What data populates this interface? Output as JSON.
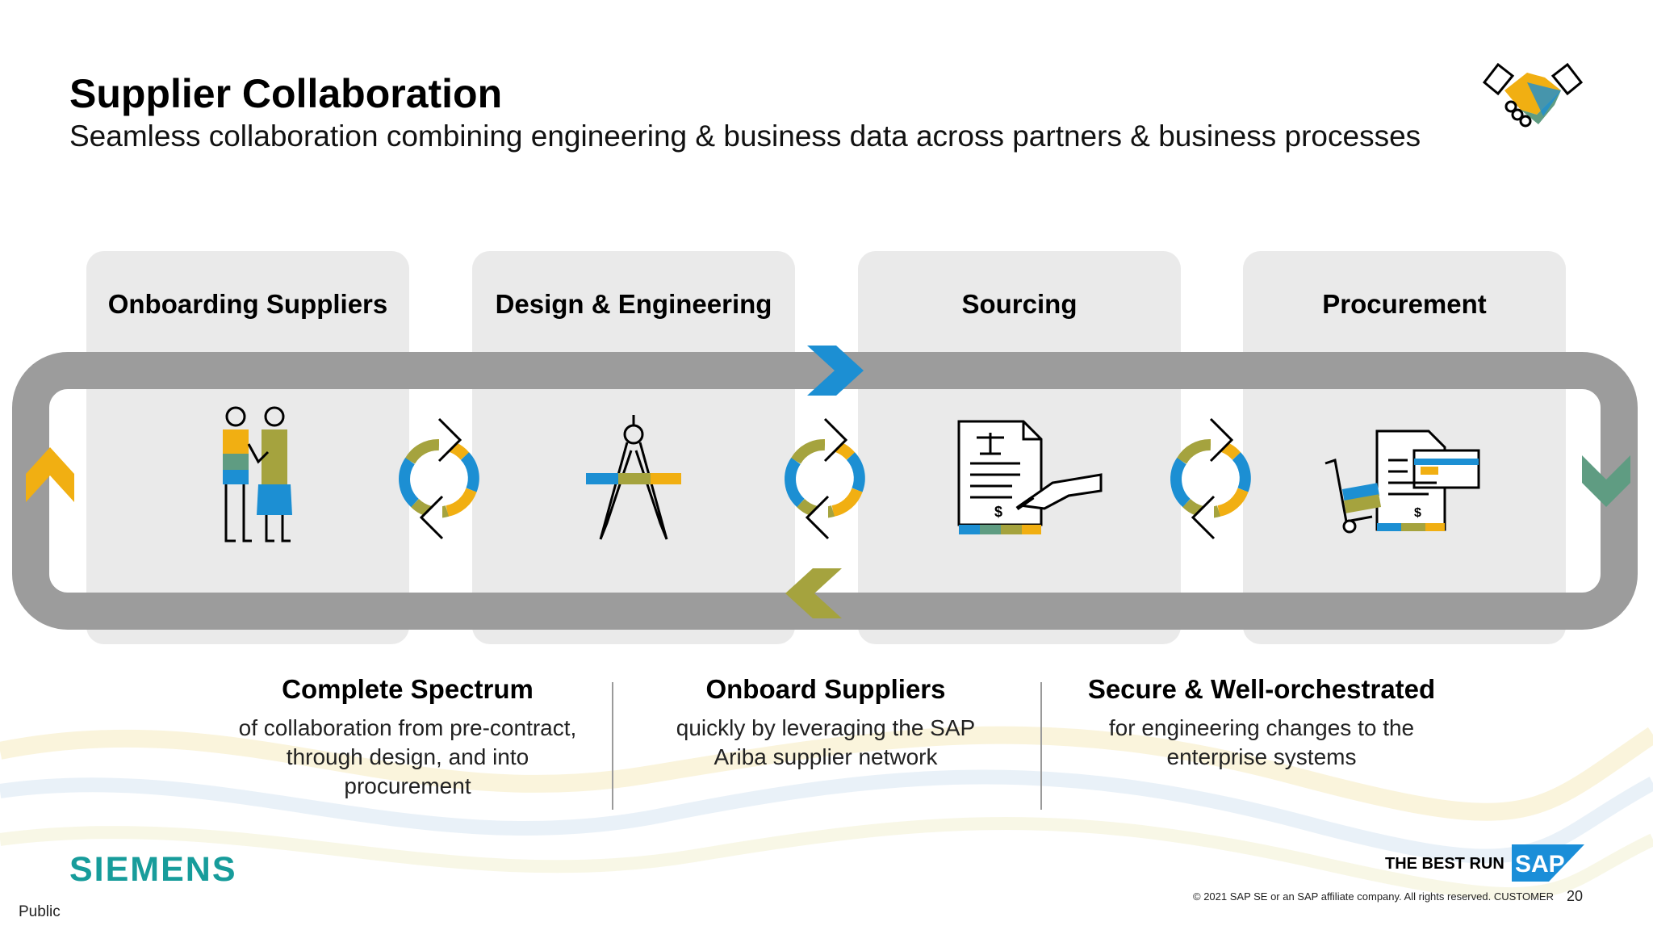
{
  "header": {
    "title": "Supplier Collaboration",
    "subtitle": "Seamless collaboration combining engineering & business data across partners & business processes"
  },
  "process": {
    "steps": [
      {
        "title": "Onboarding Suppliers",
        "icon": "handshake-people-icon"
      },
      {
        "title": "Design & Engineering",
        "icon": "drafting-compass-icon"
      },
      {
        "title": "Sourcing",
        "icon": "contract-signing-icon"
      },
      {
        "title": "Procurement",
        "icon": "invoice-cart-icon"
      }
    ],
    "connector_icon": "refresh-cycle-icon",
    "colors": {
      "panel": "#eaeaea",
      "loop": "#9c9c9c",
      "arrow_blue": "#1c8fd3",
      "arrow_olive": "#a5a33e",
      "arrow_yellow": "#f1af12",
      "arrow_teal": "#5f9c82"
    }
  },
  "features": [
    {
      "heading": "Complete Spectrum",
      "text": "of collaboration from pre-contract, through design, and into procurement"
    },
    {
      "heading": "Onboard Suppliers",
      "text": "quickly by leveraging the SAP Ariba supplier network"
    },
    {
      "heading": "Secure & Well-orchestrated",
      "text": "for engineering changes to the enterprise systems"
    }
  ],
  "footer": {
    "brand": "SIEMENS",
    "brand_color": "#179c9b",
    "classification": "Public",
    "best_run": "THE BEST RUN",
    "sap_logo": "SAP",
    "sap_color": "#1a8ed8",
    "copyright": "© 2021 SAP SE or an SAP affiliate company. All rights reserved. CUSTOMER",
    "page_number": "20"
  }
}
